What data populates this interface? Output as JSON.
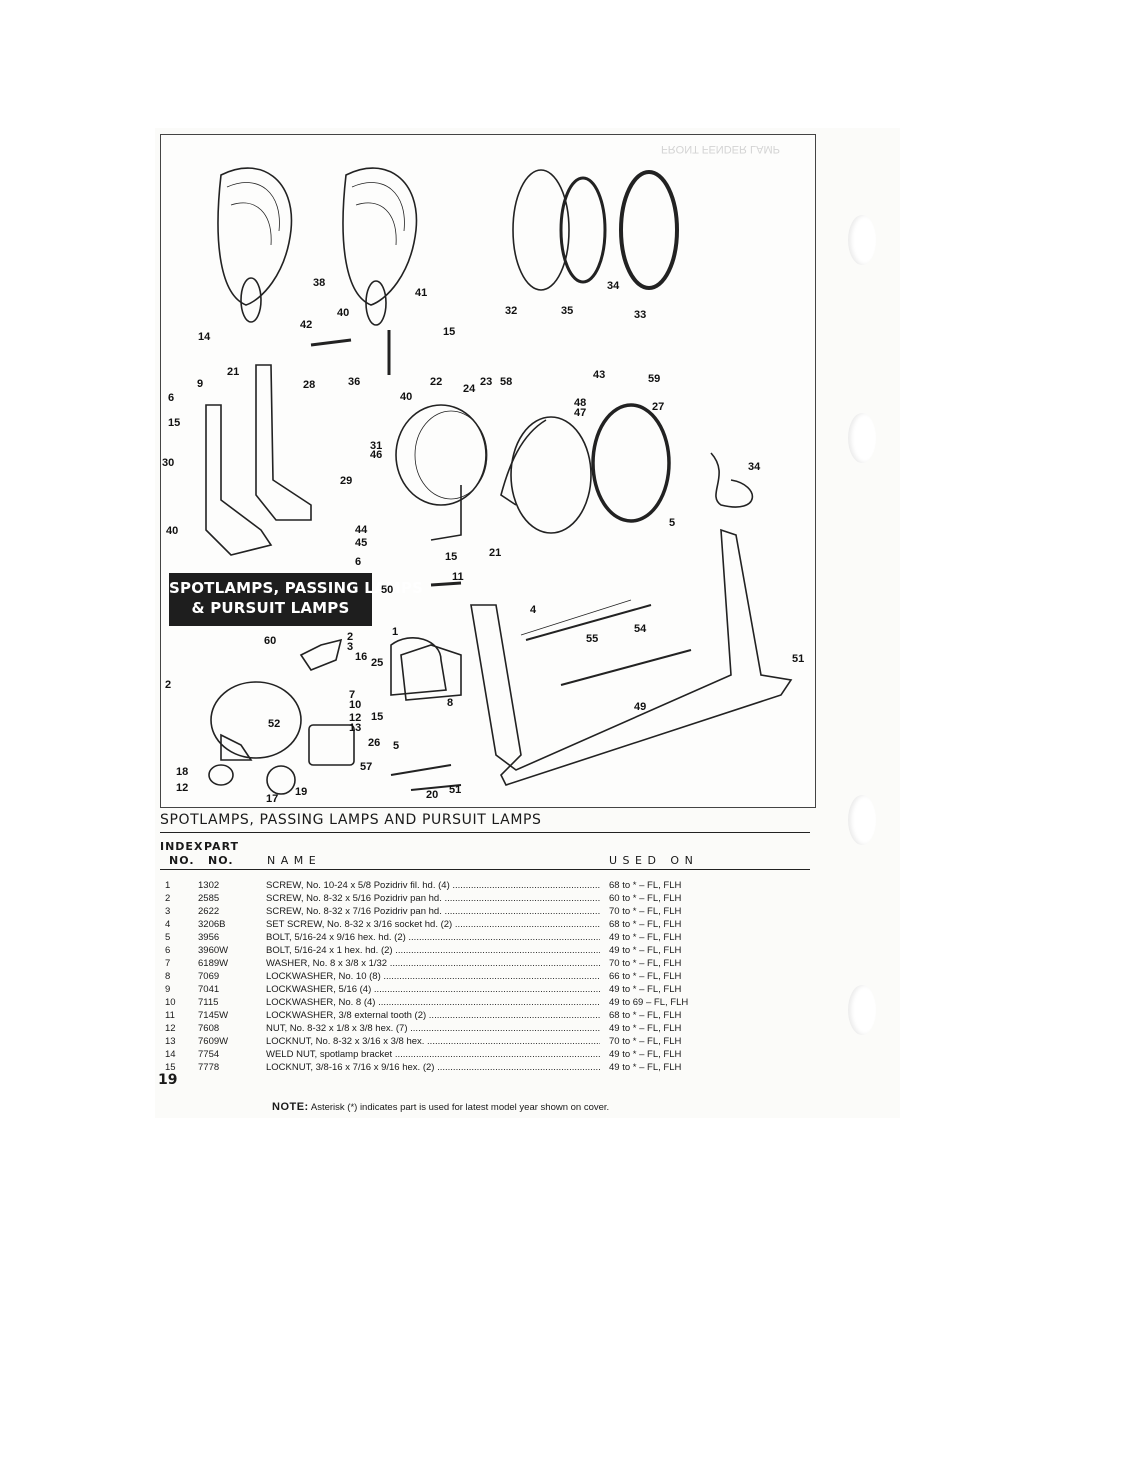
{
  "banner": {
    "line1": "SPOTLAMPS, PASSING LAMPS",
    "line2": "& PURSUIT LAMPS"
  },
  "section_title": "SPOTLAMPS, PASSING LAMPS AND PURSUIT LAMPS",
  "table_header": {
    "index_top": "INDEX",
    "part_top": "PART",
    "index_bottom": "NO.",
    "part_bottom": "NO.",
    "name": "N A M E",
    "used_on": "U S E D   O N"
  },
  "rows": [
    {
      "index": "1",
      "part": "1302",
      "name": "SCREW, No. 10-24 x 5/8 Pozidriv fil. hd. (4)",
      "used": "68 to * – FL, FLH"
    },
    {
      "index": "2",
      "part": "2585",
      "name": "SCREW, No. 8-32 x 5/16 Pozidriv pan hd.",
      "used": "60 to * – FL, FLH"
    },
    {
      "index": "3",
      "part": "2622",
      "name": "SCREW, No. 8-32 x 7/16 Pozidriv pan hd.",
      "used": "70 to * – FL, FLH"
    },
    {
      "index": "4",
      "part": "3206B",
      "name": "SET SCREW, No. 8-32 x 3/16 socket hd. (2)",
      "used": "68 to * – FL, FLH"
    },
    {
      "index": "5",
      "part": "3956",
      "name": "BOLT, 5/16-24 x 9/16 hex. hd. (2)",
      "used": "49 to * – FL, FLH"
    },
    {
      "index": "6",
      "part": "3960W",
      "name": "BOLT, 5/16-24 x 1 hex. hd. (2)",
      "used": "49 to * – FL, FLH"
    },
    {
      "index": "7",
      "part": "6189W",
      "name": "WASHER, No. 8 x 3/8 x 1/32",
      "used": "70 to * – FL, FLH"
    },
    {
      "index": "8",
      "part": "7069",
      "name": "LOCKWASHER, No. 10 (8)",
      "used": "66 to * – FL, FLH"
    },
    {
      "index": "9",
      "part": "7041",
      "name": "LOCKWASHER, 5/16 (4)",
      "used": "49 to * – FL, FLH"
    },
    {
      "index": "10",
      "part": "7115",
      "name": "LOCKWASHER, No. 8 (4)",
      "used": "49 to 69 – FL, FLH"
    },
    {
      "index": "11",
      "part": "7145W",
      "name": "LOCKWASHER, 3/8 external tooth (2)",
      "used": "68 to * – FL, FLH"
    },
    {
      "index": "12",
      "part": "7608",
      "name": "NUT, No. 8-32 x 1/8 x 3/8 hex. (7)",
      "used": "49 to * – FL, FLH"
    },
    {
      "index": "13",
      "part": "7609W",
      "name": "LOCKNUT, No. 8-32 x 3/16 x 3/8 hex.",
      "used": "70 to * – FL, FLH"
    },
    {
      "index": "14",
      "part": "7754",
      "name": "WELD NUT, spotlamp bracket",
      "used": "49 to * – FL, FLH"
    },
    {
      "index": "15",
      "part": "7778",
      "name": "LOCKNUT, 3/8-16 x 7/16 x 9/16 hex. (2)",
      "used": "49 to * – FL, FLH"
    }
  ],
  "page_number": "19",
  "note": {
    "label": "NOTE:",
    "text": "Asterisk (*) indicates part is used for latest model year shown on cover."
  },
  "callouts": [
    "38",
    "41",
    "15",
    "42",
    "40",
    "22",
    "23",
    "58",
    "24",
    "40",
    "32",
    "35",
    "34",
    "33",
    "43",
    "59",
    "14",
    "21",
    "9",
    "6",
    "28",
    "15",
    "36",
    "48",
    "47",
    "27",
    "30",
    "31",
    "46",
    "29",
    "34",
    "5",
    "40",
    "44",
    "45",
    "15",
    "6",
    "21",
    "4",
    "11",
    "50",
    "1",
    "55",
    "54",
    "60",
    "2",
    "3",
    "16",
    "25",
    "51",
    "7",
    "10",
    "12",
    "13",
    "15",
    "52",
    "8",
    "49",
    "26",
    "5",
    "57",
    "18",
    "12",
    "17",
    "19",
    "20",
    "51",
    "2"
  ]
}
